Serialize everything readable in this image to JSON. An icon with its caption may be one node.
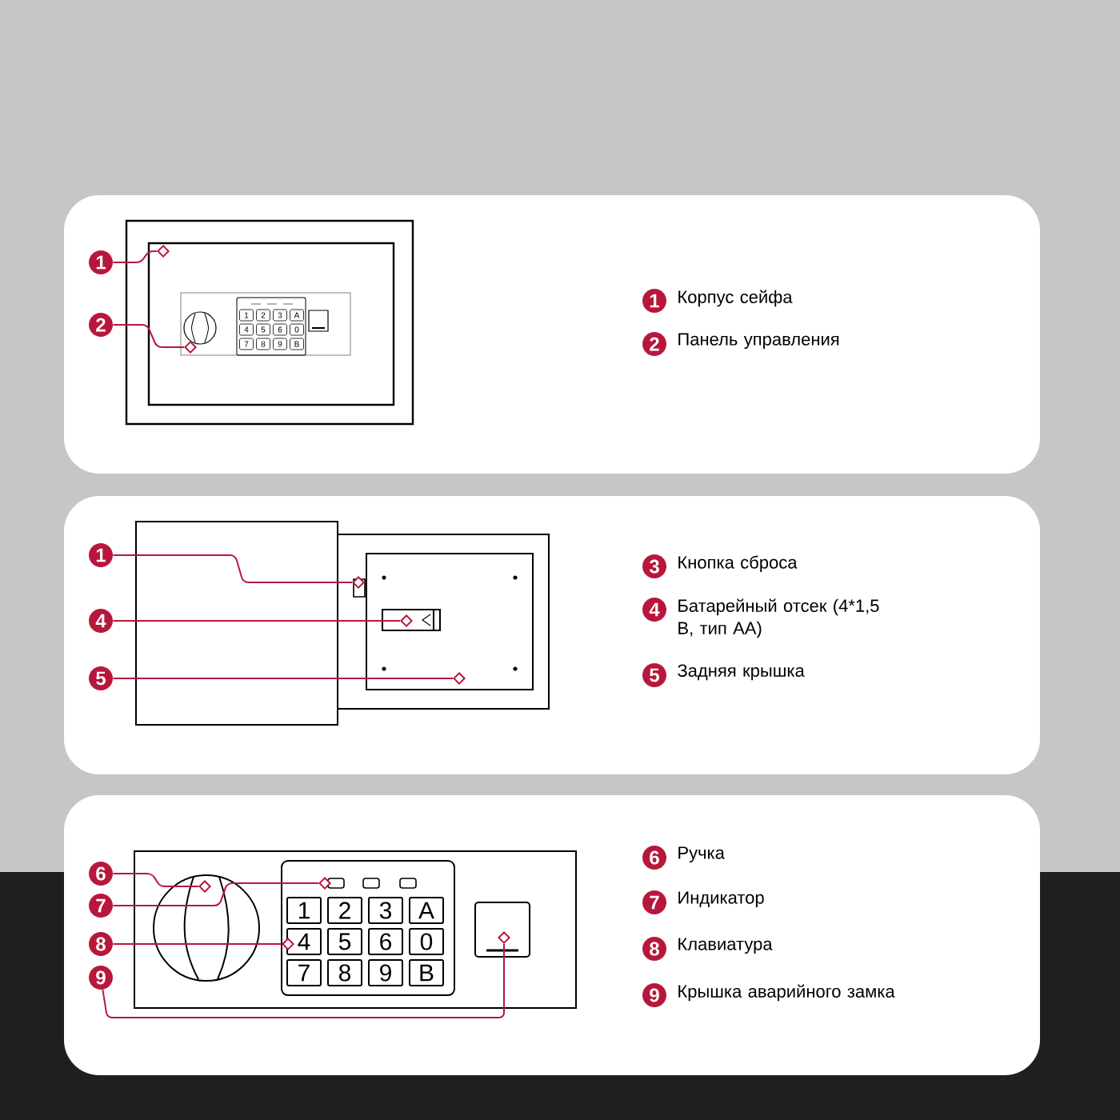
{
  "diagram": {
    "nodes": [
      {
        "text": [
          "1"
        ]
      },
      {
        "text": [],
        "shape": "diamond"
      },
      {
        "text": [
          "2"
        ]
      },
      {
        "text": [],
        "shape": "diamond"
      },
      {
        "text": [
          "1"
        ],
        "beside": [
          "Корпус сейфа"
        ]
      },
      {
        "text": [
          "2"
        ],
        "beside": [
          "Панель управления"
        ]
      },
      {
        "text": [
          "1"
        ]
      },
      {
        "text": [],
        "shape": "diamond"
      },
      {
        "text": [
          "4"
        ]
      },
      {
        "text": [],
        "shape": "diamond"
      },
      {
        "text": [
          "5"
        ]
      },
      {
        "text": [],
        "shape": "diamond"
      },
      {
        "text": [
          "3"
        ],
        "beside": [
          "Кнопка сброса"
        ]
      },
      {
        "text": [
          "4"
        ],
        "beside": [
          "Батарейный отсек (4*1,5 В, тип АА)"
        ]
      },
      {
        "text": [
          "5"
        ],
        "beside": [
          "Задняя крышка"
        ]
      },
      {
        "text": [
          "6"
        ]
      },
      {
        "text": [],
        "shape": "diamond"
      },
      {
        "text": [
          "7"
        ]
      },
      {
        "text": [],
        "shape": "diamond"
      },
      {
        "text": [
          "8"
        ]
      },
      {
        "text": [],
        "shape": "diamond"
      },
      {
        "text": [
          "9"
        ]
      },
      {
        "text": [],
        "shape": "diamond"
      },
      {
        "text": [
          "6"
        ],
        "beside": [
          "Ручка"
        ]
      },
      {
        "text": [
          "7"
        ],
        "beside": [
          "Индикатор"
        ]
      },
      {
        "text": [
          "8"
        ],
        "beside": [
          "Клавиатура"
        ]
      },
      {
        "text": [
          "9"
        ],
        "beside": [
          "Крышка аварийного замка"
        ]
      }
    ],
    "edges": [
      {
        "from": 0,
        "to": 1,
        "arrow": "none"
      },
      {
        "from": 2,
        "to": 3,
        "arrow": "none"
      },
      {
        "from": 6,
        "to": 7,
        "arrow": "none"
      },
      {
        "from": 8,
        "to": 9,
        "arrow": "none"
      },
      {
        "from": 10,
        "to": 11,
        "arrow": "none"
      },
      {
        "from": 15,
        "to": 16,
        "arrow": "none"
      },
      {
        "from": 17,
        "to": 18,
        "arrow": "none"
      },
      {
        "from": 19,
        "to": 20,
        "arrow": "none"
      },
      {
        "from": 21,
        "to": 22,
        "arrow": "none"
      }
    ],
    "labels": [
      "1",
      "2",
      "3",
      "A",
      "4",
      "5",
      "6",
      "0",
      "7",
      "8",
      "9",
      "B",
      "1",
      "2",
      "3",
      "A",
      "4",
      "5",
      "6",
      "0",
      "7",
      "8",
      "9",
      "B"
    ]
  }
}
